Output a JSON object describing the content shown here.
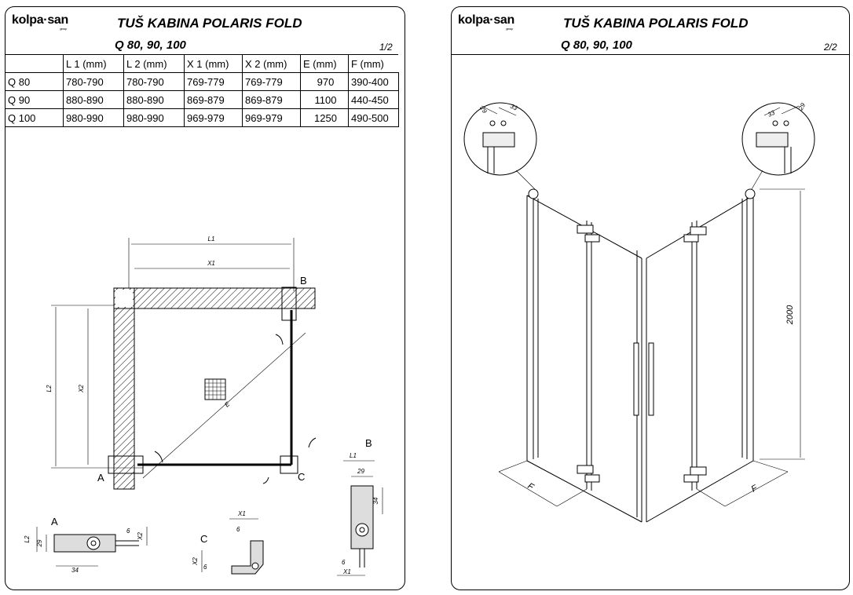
{
  "brand": {
    "logo_text": "kolpa·san",
    "logo_sub": "group"
  },
  "sheet1": {
    "title": "TUŠ KABINA POLARIS FOLD",
    "subtitle": "Q 80, 90, 100",
    "page": "1/2",
    "table": {
      "headers": [
        "",
        "L 1 (mm)",
        "L 2 (mm)",
        "X 1 (mm)",
        "X 2 (mm)",
        "E  (mm)",
        "F  (mm)"
      ],
      "rows": [
        [
          "Q 80",
          "780-790",
          "780-790",
          "769-779",
          "769-779",
          "970",
          "390-400"
        ],
        [
          "Q 90",
          "880-890",
          "880-890",
          "869-879",
          "869-879",
          "1100",
          "440-450"
        ],
        [
          "Q 100",
          "980-990",
          "980-990",
          "969-979",
          "969-979",
          "1250",
          "490-500"
        ]
      ]
    },
    "plan_labels": {
      "l1": "L1",
      "x1": "X1",
      "l2": "L2",
      "x2": "X2",
      "e": "E",
      "a": "A",
      "b": "B",
      "c": "C"
    },
    "detail_a": {
      "label": "A",
      "l2": "L2",
      "d29": "29",
      "d6": "6",
      "x2": "X2",
      "d34": "34"
    },
    "detail_c": {
      "label": "C",
      "x1": "X1",
      "d6a": "6",
      "x2": "X2",
      "d6b": "6"
    },
    "detail_b": {
      "label": "B",
      "l1": "L1",
      "d29": "29",
      "d34": "34",
      "d6": "6",
      "x1": "X1"
    }
  },
  "sheet2": {
    "title": "TUŠ KABINA POLARIS FOLD",
    "subtitle": "Q 80, 90, 100",
    "page": "2/2",
    "height_label": "2000",
    "f_left": "F",
    "f_right": "F",
    "detail_left": {
      "d29": "29",
      "d33": "33"
    },
    "detail_right": {
      "d33": "33",
      "d29": "29"
    }
  }
}
